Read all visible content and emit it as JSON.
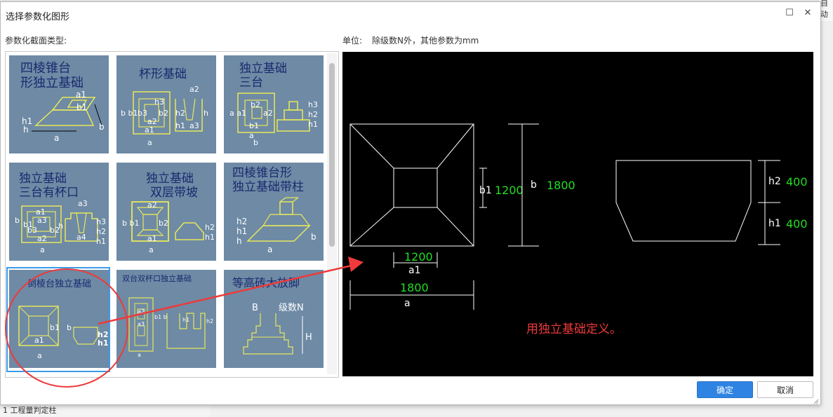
{
  "dialog": {
    "title": "选择参数化图形",
    "section_label": "参数化截面类型:",
    "unit_label": "单位:",
    "unit_text": "除级数N外，其他参数为mm",
    "ok_label": "确定",
    "cancel_label": "取消"
  },
  "shapes": [
    {
      "title1": "四棱锥台",
      "title2": "形独立基础"
    },
    {
      "title1": "杯形基础",
      "title2": ""
    },
    {
      "title1": "独立基础",
      "title2": "三台"
    },
    {
      "title1": "独立基础",
      "title2": "三台有杯口"
    },
    {
      "title1": "独立基础",
      "title2": "双层带坡"
    },
    {
      "title1": "四棱锥台形",
      "title2": "独立基础带柱"
    },
    {
      "title1": "倒棱台独立基础",
      "title2": ""
    },
    {
      "title1": "双台双杯口独立基础",
      "title2": ""
    },
    {
      "title1": "等高砖大放脚",
      "title2": ""
    }
  ],
  "thumb_labels": {
    "t0": [
      "a1",
      "b1",
      "h1",
      "h",
      "b",
      "a"
    ],
    "t1": [
      "a2",
      "h3",
      "b b1",
      "b3",
      "b2",
      "h2",
      "h",
      "a2",
      "h1",
      "a1",
      "a3",
      "a"
    ],
    "t2": [
      "b2",
      "h3",
      "a a1",
      "a2",
      "h2",
      "b1",
      "h1",
      "a",
      "b"
    ],
    "t3": [
      "a1",
      "a3",
      "b",
      "b1",
      "a3",
      "b3",
      "b2",
      "h",
      "h3",
      "h2",
      "a2",
      "a4",
      "h1",
      "a"
    ],
    "t4": [
      "a2",
      "b b1",
      "b2",
      "h2",
      "h1",
      "a1",
      "a"
    ],
    "t5": [
      "h2",
      "h1",
      "h",
      "b",
      "a"
    ],
    "t6": [
      "b1",
      "b",
      "a1",
      "h2",
      "h1",
      "a"
    ],
    "t7": [
      "a",
      "a2",
      "a3",
      "b1 b",
      "h1",
      "h2"
    ],
    "t8": [
      "B",
      "级数N",
      "H"
    ]
  },
  "preview": {
    "b1_label": "b1",
    "b1_value": "1200",
    "b_label": "b",
    "b_value": "1800",
    "a1_value": "1200",
    "a1_label": "a1",
    "a_value": "1800",
    "a_label": "a",
    "h2_label": "h2",
    "h2_value": "400",
    "h1_label": "h1",
    "h1_value": "400"
  },
  "annotation": {
    "text": "用独立基础定义。"
  },
  "background": {
    "bottom_row": "1 工程量判定柱",
    "right_text": "自动"
  },
  "colors": {
    "thumb_bg": "#6e8aa5",
    "thumb_title": "#1a2a6e",
    "thumb_line": "#e8e85a",
    "preview_value": "#22dd22",
    "accent_blue": "#2f84e3",
    "annotation_red": "#ee3a3a"
  }
}
